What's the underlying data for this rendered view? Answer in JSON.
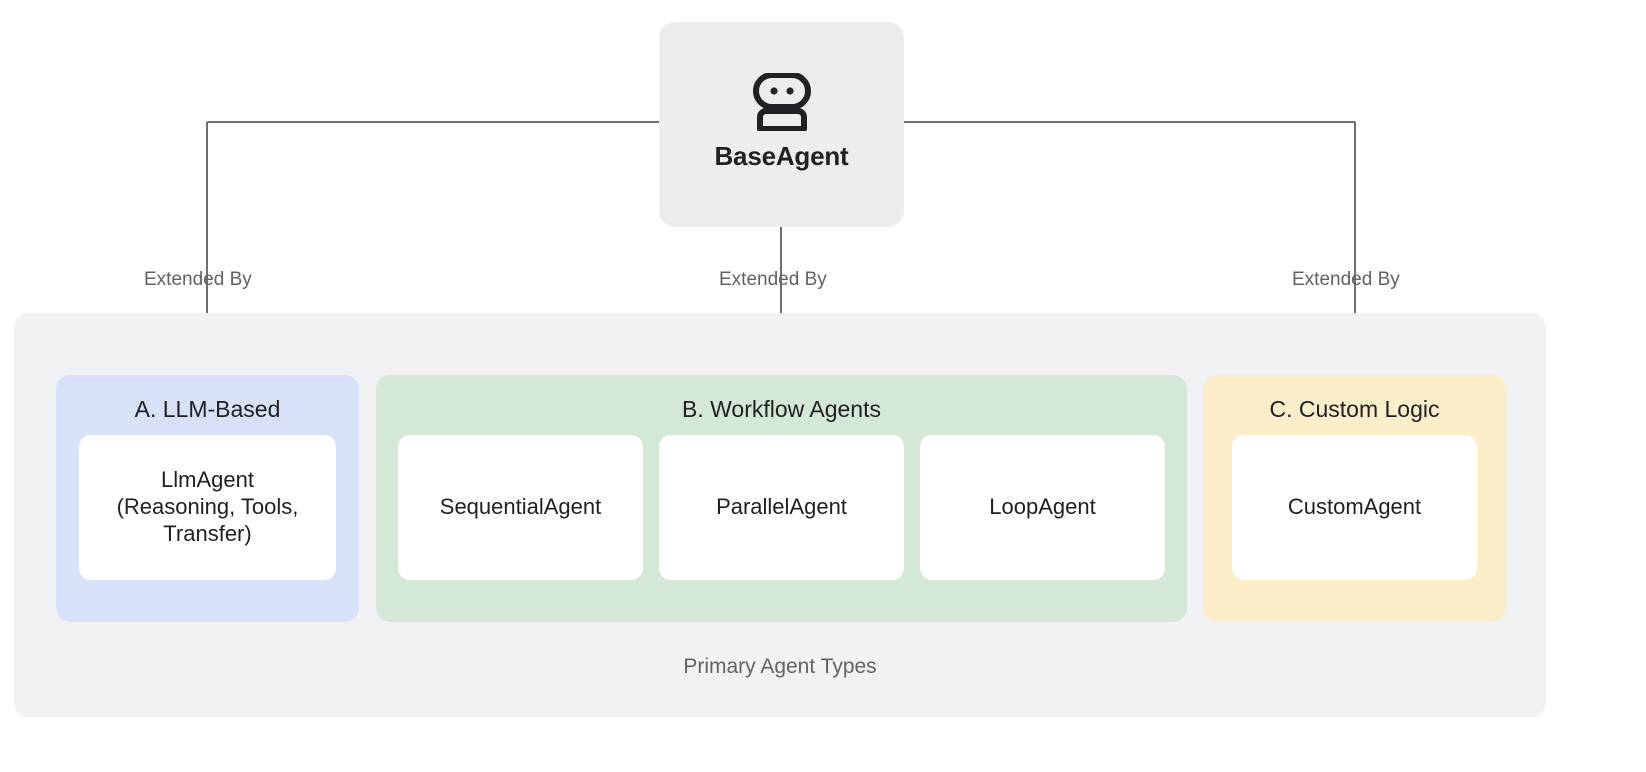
{
  "root": {
    "icon": "robot-icon",
    "title": "BaseAgent",
    "box_color": "#ededed"
  },
  "edges": {
    "left_label": "Extended By",
    "center_label": "Extended By",
    "right_label": "Extended By",
    "line_color": "#6b7076"
  },
  "container": {
    "caption": "Primary Agent Types",
    "background": "#f1f2f4"
  },
  "panels": [
    {
      "id": "llm",
      "title": "A. LLM-Based",
      "color": "#d7e1f8",
      "cards": [
        {
          "label": "LlmAgent\n(Reasoning, Tools,\nTransfer)"
        }
      ]
    },
    {
      "id": "workflow",
      "title": "B. Workflow Agents",
      "color": "#d4e8d8",
      "cards": [
        {
          "label": "SequentialAgent"
        },
        {
          "label": "ParallelAgent"
        },
        {
          "label": "LoopAgent"
        }
      ]
    },
    {
      "id": "custom",
      "title": "C. Custom Logic",
      "color": "#fbeec9",
      "cards": [
        {
          "label": "CustomAgent"
        }
      ]
    }
  ]
}
